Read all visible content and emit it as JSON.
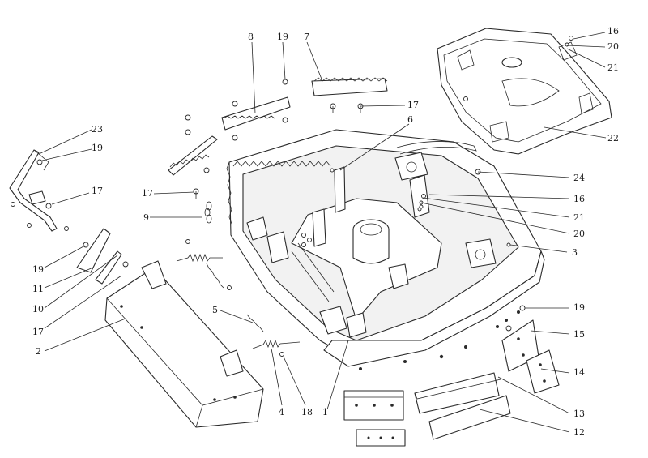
{
  "callouts": [
    {
      "id": "c1",
      "label": "1"
    },
    {
      "id": "c2",
      "label": "2"
    },
    {
      "id": "c3",
      "label": "3"
    },
    {
      "id": "c4",
      "label": "4"
    },
    {
      "id": "c5",
      "label": "5"
    },
    {
      "id": "c6",
      "label": "6"
    },
    {
      "id": "c7",
      "label": "7"
    },
    {
      "id": "c8",
      "label": "8"
    },
    {
      "id": "c9",
      "label": "9"
    },
    {
      "id": "c10",
      "label": "10"
    },
    {
      "id": "c11",
      "label": "11"
    },
    {
      "id": "c12",
      "label": "12"
    },
    {
      "id": "c13",
      "label": "13"
    },
    {
      "id": "c14",
      "label": "14"
    },
    {
      "id": "c15",
      "label": "15"
    },
    {
      "id": "c16a",
      "label": "16"
    },
    {
      "id": "c16b",
      "label": "16"
    },
    {
      "id": "c17a",
      "label": "17"
    },
    {
      "id": "c17b",
      "label": "17"
    },
    {
      "id": "c17c",
      "label": "17"
    },
    {
      "id": "c17d",
      "label": "17"
    },
    {
      "id": "c18",
      "label": "18"
    },
    {
      "id": "c19a",
      "label": "19"
    },
    {
      "id": "c19b",
      "label": "19"
    },
    {
      "id": "c19c",
      "label": "19"
    },
    {
      "id": "c19d",
      "label": "19"
    },
    {
      "id": "c20a",
      "label": "20"
    },
    {
      "id": "c20b",
      "label": "20"
    },
    {
      "id": "c21a",
      "label": "21"
    },
    {
      "id": "c21b",
      "label": "21"
    },
    {
      "id": "c22",
      "label": "22"
    },
    {
      "id": "c23",
      "label": "23"
    },
    {
      "id": "c24",
      "label": "24"
    }
  ]
}
